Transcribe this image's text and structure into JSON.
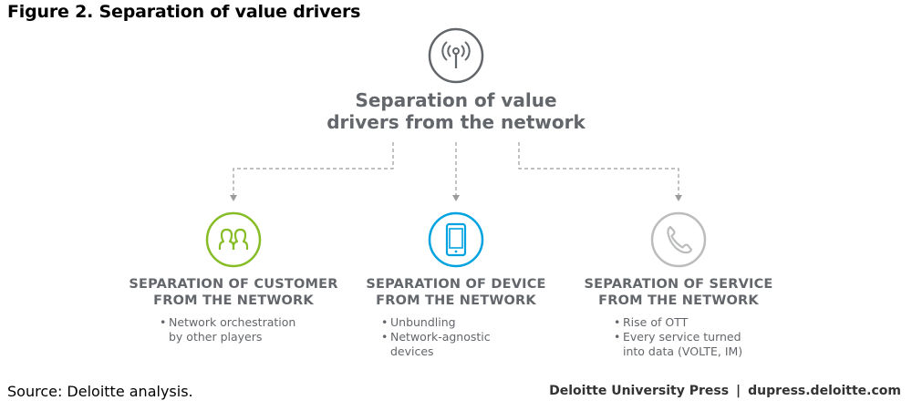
{
  "figure_title": "Figure 2. Separation of value drivers",
  "main_heading": {
    "line1": "Separation of value",
    "line2": "drivers from the network",
    "icon": "signal-tower-icon"
  },
  "columns": [
    {
      "icon": "people-icon",
      "icon_color": "#86bc25",
      "heading_line1": "SEPARATION OF CUSTOMER",
      "heading_line2": "FROM THE NETWORK",
      "bullets": [
        {
          "lines": [
            "Network orchestration",
            "by other players"
          ]
        }
      ]
    },
    {
      "icon": "mobile-device-icon",
      "icon_color": "#00a3e0",
      "heading_line1": "SEPARATION OF DEVICE",
      "heading_line2": "FROM THE NETWORK",
      "bullets": [
        {
          "lines": [
            "Unbundling"
          ]
        },
        {
          "lines": [
            "Network-agnostic",
            "devices"
          ]
        }
      ]
    },
    {
      "icon": "phone-icon",
      "icon_color": "#bbbcbc",
      "heading_line1": "SEPARATION OF SERVICE",
      "heading_line2": "FROM THE NETWORK",
      "bullets": [
        {
          "lines": [
            "Rise of OTT"
          ]
        },
        {
          "lines": [
            "Every service turned",
            "into data (VOLTE, IM)"
          ]
        }
      ]
    }
  ],
  "colors": {
    "heading_gray": "#63666a",
    "dashed_line": "#9b9b9b",
    "customer_green": "#86bc25",
    "device_blue": "#00a3e0",
    "service_gray": "#bbbcbc"
  },
  "footer": {
    "source": "Source: Deloitte analysis.",
    "publisher": "Deloitte University Press",
    "separator": "|",
    "url": "dupress.deloitte.com"
  }
}
